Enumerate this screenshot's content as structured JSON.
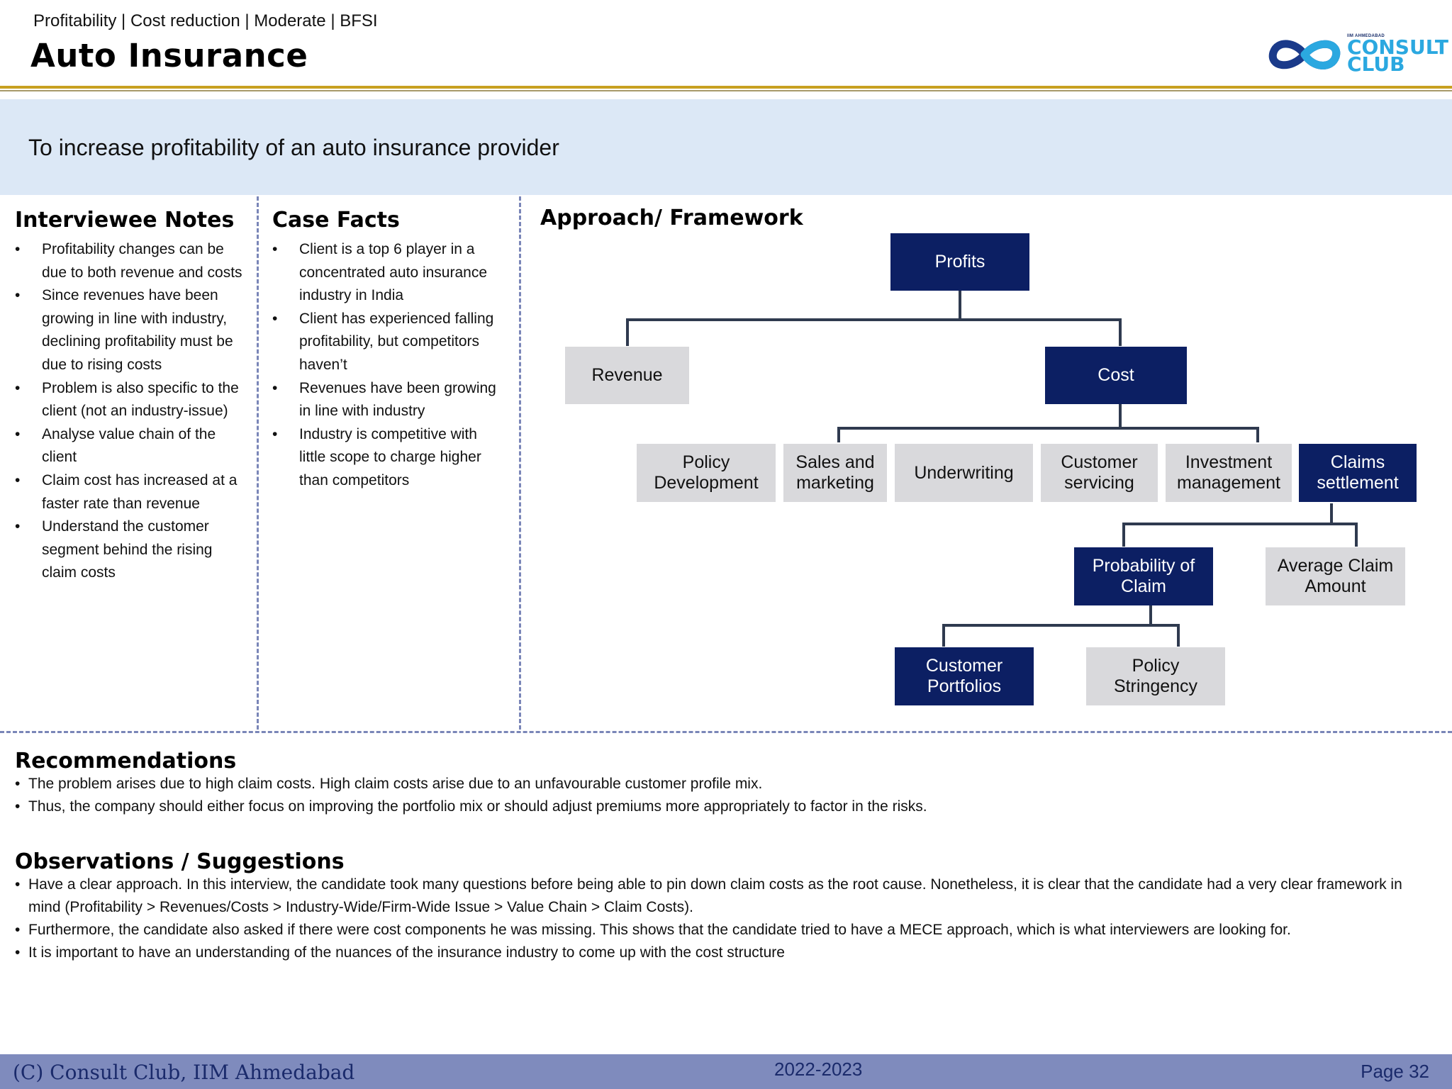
{
  "header": {
    "tags": "Profitability | Cost reduction | Moderate | BFSI",
    "title": "Auto Insurance",
    "logo": {
      "small": "IIM AHMEDABAD",
      "line1": "CONSULT",
      "line2": "CLUB",
      "icon": "infinity-logo-icon"
    }
  },
  "problem": "To increase profitability of an auto insurance provider",
  "interviewee_notes": {
    "heading": "Interviewee Notes",
    "items": [
      [
        "Profitability changes can be",
        "due to both revenue and costs"
      ],
      [
        "Since revenues have been",
        "growing in line with industry,",
        "declining profitability must be",
        "due to rising costs"
      ],
      [
        "Problem is also specific to the",
        "client (not an industry-issue)"
      ],
      [
        "Analyse value chain of the",
        "client"
      ],
      [
        "Claim cost has increased at a",
        "faster rate than revenue"
      ],
      [
        "Understand the customer",
        "segment behind the rising",
        "claim costs"
      ]
    ]
  },
  "case_facts": {
    "heading": "Case Facts",
    "items": [
      [
        "Client is a top 6 player in a",
        "concentrated auto insurance",
        "industry in India"
      ],
      [
        "Client has experienced falling",
        "profitability, but competitors",
        "haven’t"
      ],
      [
        "Revenues have been growing",
        "in line with industry"
      ],
      [
        "Industry is competitive with",
        "little scope to charge higher",
        "than competitors"
      ]
    ]
  },
  "framework": {
    "heading": "Approach/ Framework",
    "nodes": {
      "profits": [
        "Profits"
      ],
      "revenue": [
        "Revenue"
      ],
      "cost": [
        "Cost"
      ],
      "policy_development": [
        "Policy",
        "Development"
      ],
      "sales_marketing": [
        "Sales and",
        "marketing"
      ],
      "underwriting": [
        "Underwriting"
      ],
      "customer_servicing": [
        "Customer",
        "servicing"
      ],
      "investment_management": [
        "Investment",
        "management"
      ],
      "claims_settlement": [
        "Claims",
        "settlement"
      ],
      "probability_of_claim": [
        "Probability of",
        "Claim"
      ],
      "average_claim_amount": [
        "Average Claim",
        "Amount"
      ],
      "customer_portfolios": [
        "Customer",
        "Portfolios"
      ],
      "policy_stringency": [
        "Policy",
        "Stringency"
      ]
    },
    "colors": {
      "dark": "#0c1f63",
      "light": "#d9d9dc",
      "connector": "#2f3a4f"
    }
  },
  "recommendations": {
    "heading": "Recommendations",
    "items": [
      "The problem arises due to high claim costs. High claim costs arise due to an unfavourable customer profile mix.",
      "Thus, the company should either focus on improving the portfolio mix or should adjust premiums more appropriately to factor in the risks."
    ]
  },
  "observations": {
    "heading": "Observations / Suggestions",
    "items": [
      [
        "Have a clear approach. In this interview, the candidate took many questions before being able to pin down claim costs as the root cause. Nonetheless, it is clear that the candidate had a very clear framework in",
        "mind (Profitability > Revenues/Costs > Industry-Wide/Firm-Wide Issue > Value Chain > Claim Costs)."
      ],
      [
        "Furthermore, the candidate also asked if there were cost components he was missing. This shows that the candidate tried to have a MECE approach, which is what interviewers are looking for."
      ],
      [
        "It is important to have an understanding of the nuances of the insurance industry to come up with the cost structure"
      ]
    ]
  },
  "footer": {
    "left": "(C) Consult Club, IIM Ahmedabad",
    "center": "2022-2023",
    "right": "Page 32"
  }
}
